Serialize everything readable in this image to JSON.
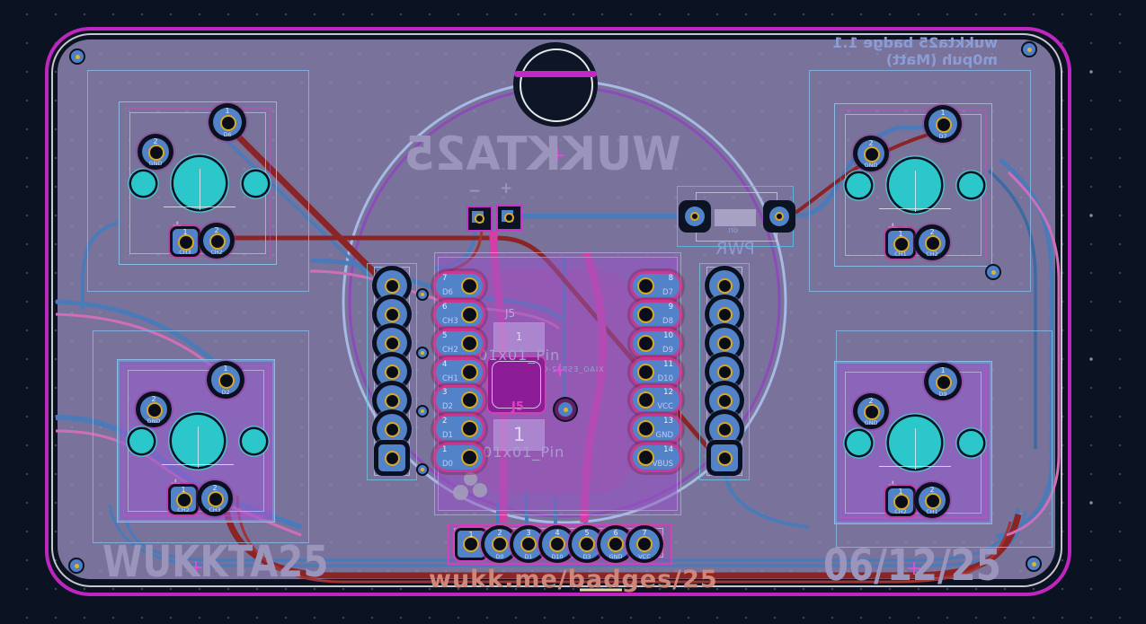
{
  "app": {
    "view": "pcb-layout-canvas"
  },
  "colors": {
    "background": "#0b1322",
    "board_fill": "#79739c",
    "board_edge_magenta": "#bf26bf",
    "copper_front_red": "#8b2424",
    "copper_back_blue": "#4a7ab8",
    "copper_pink": "#d23fa6",
    "silkscreen": "#9b95bc",
    "back_silk_blue": "#8c9cd4",
    "pad_blue": "#5282c8",
    "hole_ring_gold": "#d8a825",
    "teal_hole": "#2bc7cb",
    "url_text": "#cf8878"
  },
  "texts": {
    "badge_name_back_mirrored": "WUKKTA25",
    "badge_name_front": "WUKKTA25",
    "date": "06/12/25",
    "url": "wukk.me/badges/25",
    "title_line1_mirrored": "wukkta25 badge 1.1",
    "title_line2_mirrored": "m0puh (Matt)"
  },
  "power_switch": {
    "ref_mirrored": "PWR",
    "state_mirrored": "on"
  },
  "battery": {
    "neg": "−",
    "pos": "+"
  },
  "mcu": {
    "ref_top": "J5",
    "ref_bottom": "J5",
    "footprint_label_top": "n_01x01_Pin",
    "footprint_label_bottom": "n_01x01_Pin",
    "module_text_mirrored": "XIAO_ESP32-C3_-_DIP",
    "pin1_top": "1",
    "pin1_bottom": "1",
    "left_pads": [
      {
        "num": "7",
        "label": "D6"
      },
      {
        "num": "6",
        "label": "CH3"
      },
      {
        "num": "5",
        "label": "CH2"
      },
      {
        "num": "4",
        "label": "CH1"
      },
      {
        "num": "3",
        "label": "D2"
      },
      {
        "num": "2",
        "label": "D1"
      },
      {
        "num": "1",
        "label": "D0"
      }
    ],
    "right_pads": [
      {
        "num": "8",
        "label": "D7"
      },
      {
        "num": "9",
        "label": "D8"
      },
      {
        "num": "10",
        "label": "D9"
      },
      {
        "num": "11",
        "label": "D10"
      },
      {
        "num": "12",
        "label": "VCC"
      },
      {
        "num": "13",
        "label": "GND"
      },
      {
        "num": "14",
        "label": "VBUS"
      }
    ]
  },
  "corner_modules": [
    {
      "id": "top-left",
      "top_pad": {
        "num": "1",
        "label": "D6"
      },
      "side_pad": {
        "num": "2",
        "label": "GND"
      },
      "bottom_pads": [
        {
          "num": "1",
          "label": "CH3"
        },
        {
          "num": "2",
          "label": "CH2"
        }
      ]
    },
    {
      "id": "top-right",
      "top_pad": {
        "num": "1",
        "label": "D7"
      },
      "side_pad": {
        "num": "2",
        "label": "GND"
      },
      "bottom_pads": [
        {
          "num": "1",
          "label": "CH1"
        },
        {
          "num": "2",
          "label": "CH2"
        }
      ]
    },
    {
      "id": "bottom-left",
      "top_pad": {
        "num": "1",
        "label": "D2"
      },
      "side_pad": {
        "num": "2",
        "label": "GND"
      },
      "bottom_pads": [
        {
          "num": "1",
          "label": "CH2"
        },
        {
          "num": "2",
          "label": "CH3"
        }
      ]
    },
    {
      "id": "bottom-right",
      "top_pad": {
        "num": "1",
        "label": "D9"
      },
      "side_pad": {
        "num": "2",
        "label": "GND"
      },
      "bottom_pads": [
        {
          "num": "1",
          "label": "CH2"
        },
        {
          "num": "2",
          "label": "CH1"
        }
      ]
    }
  ],
  "bottom_connector": {
    "pads": [
      {
        "num": "1",
        "label": ""
      },
      {
        "num": "2",
        "label": "D0"
      },
      {
        "num": "3",
        "label": "D1"
      },
      {
        "num": "4",
        "label": "D10"
      },
      {
        "num": "5",
        "label": "D3"
      },
      {
        "num": "6",
        "label": "GND"
      },
      {
        "num": "7",
        "label": "VCC"
      }
    ]
  }
}
